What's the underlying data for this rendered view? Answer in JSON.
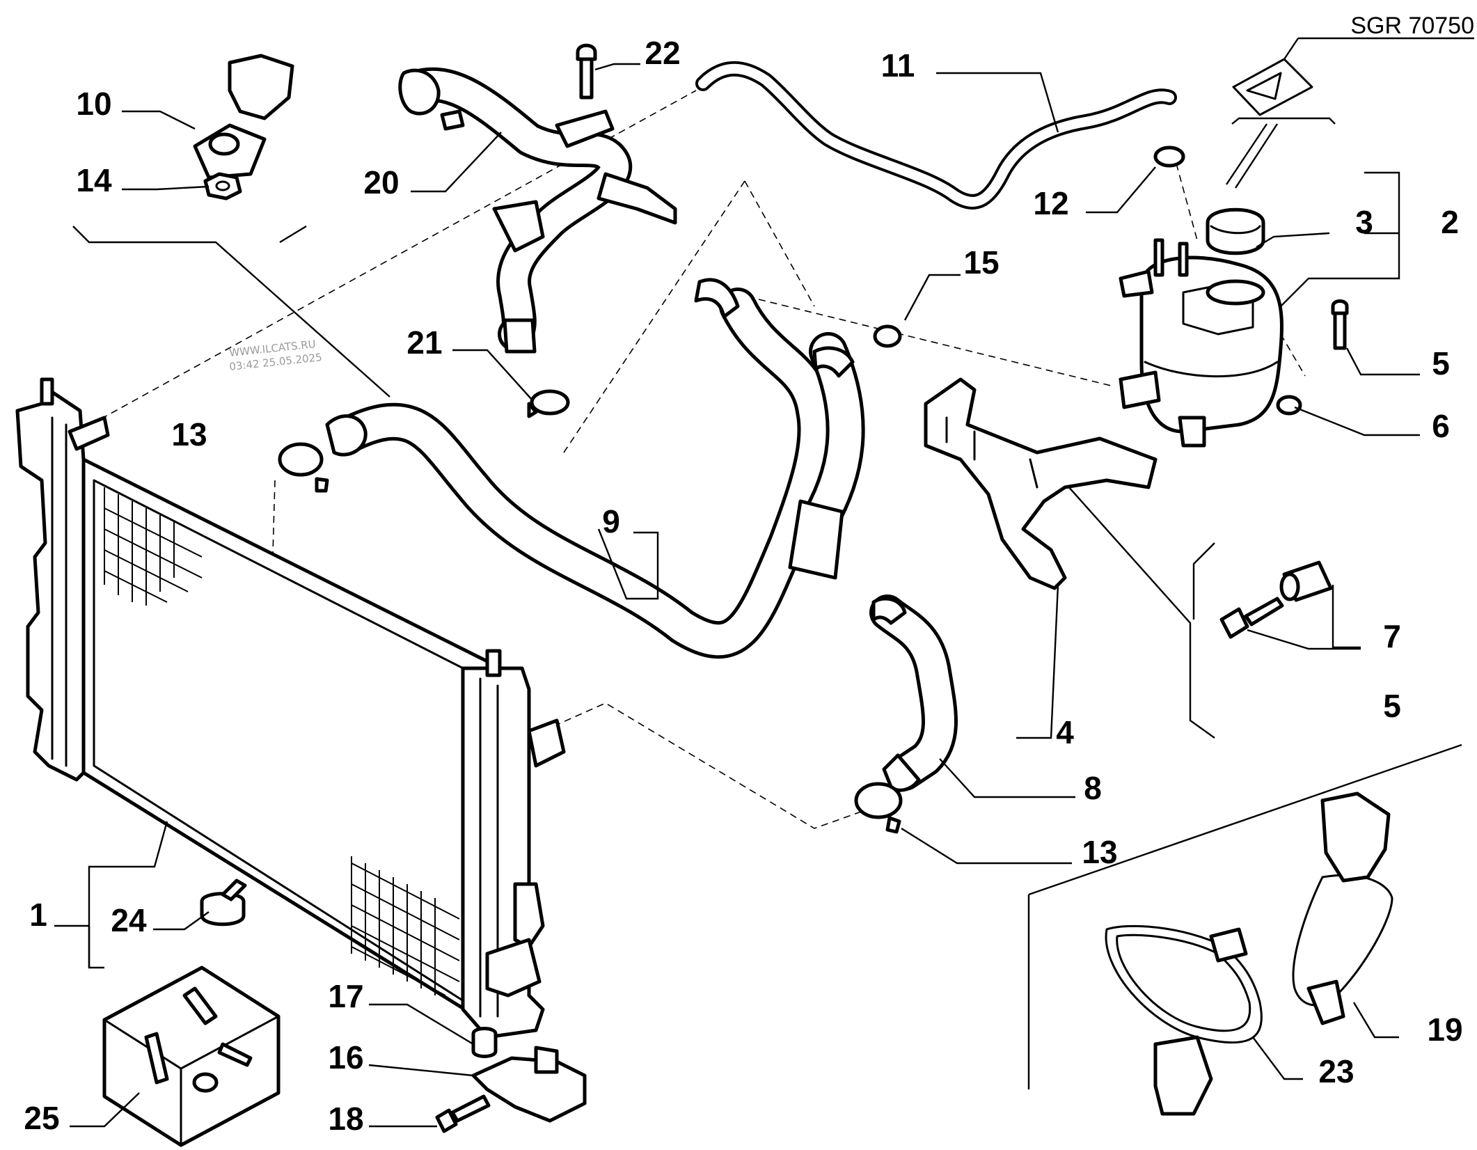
{
  "reference_code": "SGR 70750",
  "watermark": {
    "site": "WWW.ILCATS.RU",
    "timestamp": "03:42 25.05.2025"
  },
  "callouts": {
    "c1": "1",
    "c2": "2",
    "c3": "3",
    "c4": "4",
    "c5a": "5",
    "c5b": "5",
    "c6": "6",
    "c7": "7",
    "c8": "8",
    "c9": "9",
    "c10": "10",
    "c11": "11",
    "c12": "12",
    "c13a": "13",
    "c13b": "13",
    "c14": "14",
    "c15": "15",
    "c16": "16",
    "c17": "17",
    "c18": "18",
    "c19": "19",
    "c20": "20",
    "c21": "21",
    "c22": "22",
    "c23": "23",
    "c24": "24",
    "c25": "25"
  }
}
